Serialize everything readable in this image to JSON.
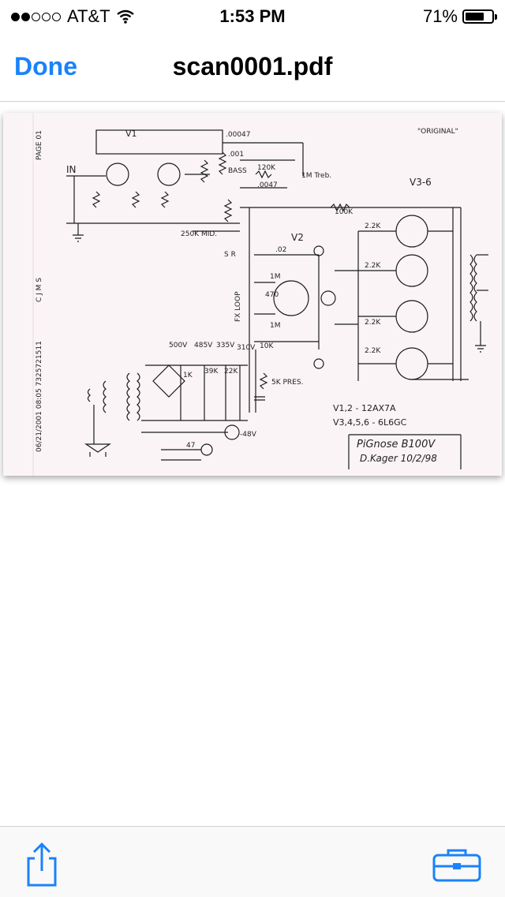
{
  "status_bar": {
    "carrier": "AT&T",
    "signal_bars_filled": 2,
    "signal_bars_total": 5,
    "time": "1:53 PM",
    "battery_percent": "71%",
    "battery_level": 0.71,
    "wifi_icon": "wifi-icon"
  },
  "nav": {
    "done_label": "Done",
    "title": "scan0001.pdf"
  },
  "document": {
    "header_note": "\"ORIGINAL\"",
    "side_margin": {
      "page": "PAGE 01",
      "initials": "C J M S",
      "fax_line": "06/21/2001  08:05  7325721511"
    },
    "labels": {
      "v1": "V1",
      "v2": "V2",
      "v3_6": "V3-6",
      "in": "IN",
      "cap1": ".00047",
      "cap2": ".001",
      "treb": "1M Treb.",
      "bass": "BASS",
      "r120k": "120K",
      "cap3": ".0047",
      "r100k": "100K",
      "mid": "250K MID.",
      "sr": "S R",
      "fx_loop": "FX LOOP",
      "r1m_a": "1M",
      "r1m_b": "1M",
      "r470": "470",
      "cap_02": ".02",
      "r22k_a": "2.2K",
      "r22k_b": "2.2K",
      "r22k_c": "2.2K",
      "r22k_d": "2.2K",
      "volt_500": "500V",
      "volt_485": "485V",
      "volt_335": "335V",
      "volt_310": "310V",
      "r10k": "10K",
      "r5k": "5K PRES.",
      "r1k": "1K",
      "r39k": "39K",
      "r22k": "22K",
      "neg48": "-48V",
      "r47": "47",
      "tube_list_1": "V1,2 - 12AX7A",
      "tube_list_2": "V3,4,5,6 - 6L6GC",
      "sig_1": "PiGnose B100V",
      "sig_2": "D.Kager  10/2/98"
    }
  },
  "toolbar": {
    "share_icon": "share-icon",
    "tools_icon": "toolbox-icon"
  },
  "colors": {
    "accent": "#1a82fb",
    "paper": "#fdf8f9"
  }
}
